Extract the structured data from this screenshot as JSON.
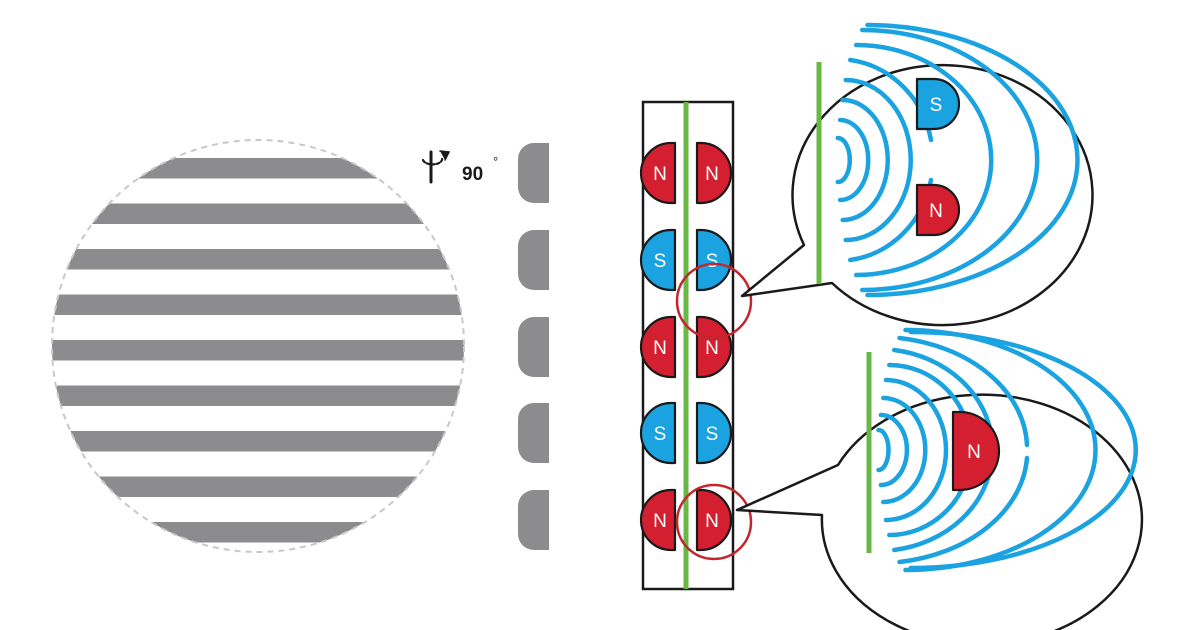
{
  "rotation": {
    "angle_label": "90",
    "degree_symbol": "°",
    "icon": "rotate-axis-icon"
  },
  "colors": {
    "stripe": "#8c8c8e",
    "circle_outline": "#c8c8c8",
    "north": "#d31f2f",
    "south": "#1aa3e0",
    "axis": "#6ab844",
    "field_lines": "#1aa3e0",
    "callout_circle": "#c1272d",
    "outline": "#1a1a1a"
  },
  "strip_rows": [
    {
      "pole": "N"
    },
    {
      "pole": "S"
    },
    {
      "pole": "N"
    },
    {
      "pole": "S"
    },
    {
      "pole": "N"
    }
  ],
  "callout_top": {
    "poles": [
      "S",
      "N"
    ]
  },
  "callout_bottom": {
    "poles": [
      "N"
    ]
  }
}
